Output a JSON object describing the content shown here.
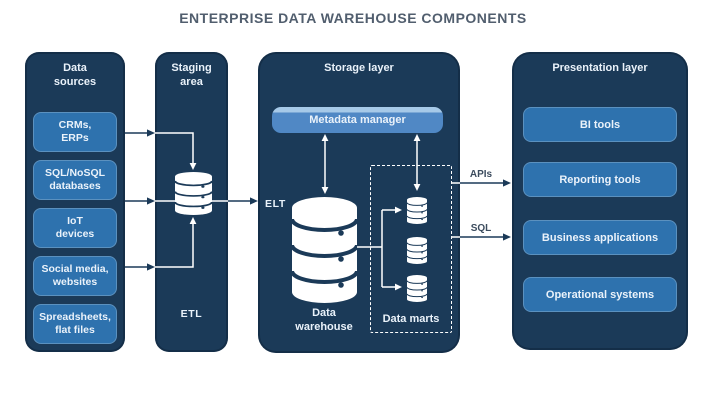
{
  "title": "ENTERPRISE DATA WAREHOUSE COMPONENTS",
  "colors": {
    "panel": "#1b3a58",
    "button": "#2e72ae",
    "metadata_bar": "#5088c5",
    "metadata_highlight": "#a6c9e8",
    "text_light": "#eaf2fa",
    "title_text": "#515e6e",
    "connector": "#1b3a58",
    "connector_label": "#3c4c5e",
    "icon_white": "#ffffff",
    "background": "#ffffff"
  },
  "data_sources": {
    "header": "Data\nsources",
    "items": [
      "CRMs,\nERPs",
      "SQL/NoSQL\ndatabases",
      "IoT\ndevices",
      "Social media,\nwebsites",
      "Spreadsheets,\nflat files"
    ]
  },
  "staging": {
    "header": "Staging\narea",
    "process_label": "ETL"
  },
  "storage": {
    "header": "Storage layer",
    "metadata_manager": "Metadata manager",
    "process_label": "ELT",
    "warehouse_label": "Data\nwarehouse",
    "marts_label": "Data marts"
  },
  "presentation": {
    "header": "Presentation layer",
    "items": [
      "BI tools",
      "Reporting tools",
      "Business applications",
      "Operational systems"
    ]
  },
  "connections": {
    "apis_label": "APIs",
    "sql_label": "SQL"
  }
}
